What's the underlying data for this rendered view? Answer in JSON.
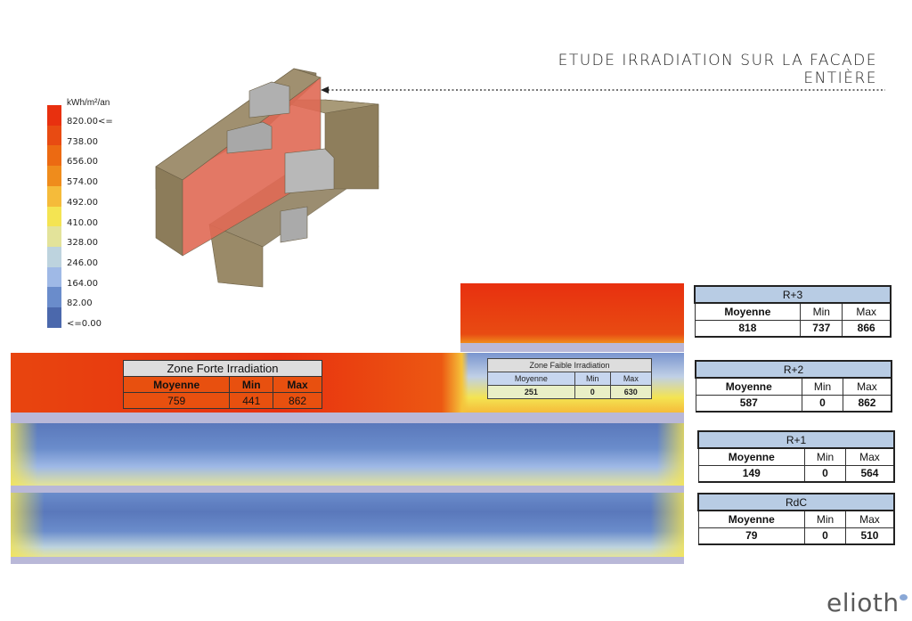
{
  "title": "ETUDE IRRADIATION SUR LA FACADE ENTIÈRE",
  "legend": {
    "unit": "kWh/m²/an",
    "labels": [
      "820.00<=",
      "738.00",
      "656.00",
      "574.00",
      "492.00",
      "410.00",
      "328.00",
      "246.00",
      "164.00",
      "82.00",
      "<=0.00"
    ],
    "colors": [
      "#e8300f",
      "#e84b12",
      "#ec6a12",
      "#ef8c1c",
      "#f5bb3a",
      "#f4e452",
      "#e3e39a",
      "#bdd3de",
      "#9fb9e6",
      "#6a8ccb",
      "#4b68ac"
    ]
  },
  "zone_forte": {
    "title": "Zone Forte Irradiation",
    "headers": [
      "Moyenne",
      "Min",
      "Max"
    ],
    "values": [
      "759",
      "441",
      "862"
    ]
  },
  "zone_faible": {
    "title": "Zone Faible Irradiation",
    "headers": [
      "Moyenne",
      "Min",
      "Max"
    ],
    "values": [
      "251",
      "0",
      "630"
    ]
  },
  "floors": [
    {
      "title": "R+3",
      "headers": [
        "Moyenne",
        "Min",
        "Max"
      ],
      "values": [
        "818",
        "737",
        "866"
      ]
    },
    {
      "title": "R+2",
      "headers": [
        "Moyenne",
        "Min",
        "Max"
      ],
      "values": [
        "587",
        "0",
        "862"
      ]
    },
    {
      "title": "R+1",
      "headers": [
        "Moyenne",
        "Min",
        "Max"
      ],
      "values": [
        "149",
        "0",
        "564"
      ]
    },
    {
      "title": "RdC",
      "headers": [
        "Moyenne",
        "Min",
        "Max"
      ],
      "values": [
        "79",
        "0",
        "510"
      ]
    }
  ],
  "logo": "elioth"
}
